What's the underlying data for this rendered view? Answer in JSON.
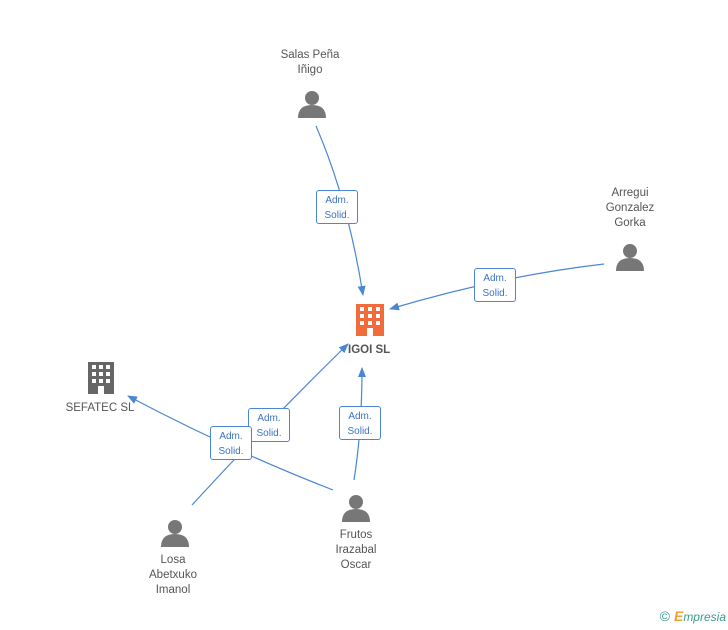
{
  "nodes": {
    "center": {
      "label": "IGOI SL",
      "icon": "building-icon",
      "color": "#f26b3a"
    },
    "sefatec": {
      "label": "SEFATEC SL",
      "icon": "building-icon",
      "color": "#666666"
    },
    "salas": {
      "lines": [
        "Salas Peña",
        "Iñigo"
      ],
      "icon": "person-icon"
    },
    "arregui": {
      "lines": [
        "Arregui",
        "Gonzalez",
        "Gorka"
      ],
      "icon": "person-icon"
    },
    "frutos": {
      "lines": [
        "Frutos",
        "Irazabal",
        "Oscar"
      ],
      "icon": "person-icon"
    },
    "losa": {
      "lines": [
        "Losa",
        "Abetxuko",
        "Imanol"
      ],
      "icon": "person-icon"
    }
  },
  "edges": [
    {
      "from": "salas",
      "to": "center",
      "label": [
        "Adm.",
        "Solid."
      ]
    },
    {
      "from": "arregui",
      "to": "center",
      "label": [
        "Adm.",
        "Solid."
      ]
    },
    {
      "from": "frutos",
      "to": "center",
      "label": [
        "Adm.",
        "Solid."
      ]
    },
    {
      "from": "losa",
      "to": "center",
      "label": [
        "Adm.",
        "Solid."
      ]
    },
    {
      "from": "frutos",
      "to": "sefatec",
      "label": [
        "Adm.",
        "Solid."
      ]
    }
  ],
  "colors": {
    "edge": "#4a86d4",
    "person": "#777777"
  },
  "footer": {
    "copyright": "©",
    "brand_first": "E",
    "brand_rest": "mpresia"
  }
}
